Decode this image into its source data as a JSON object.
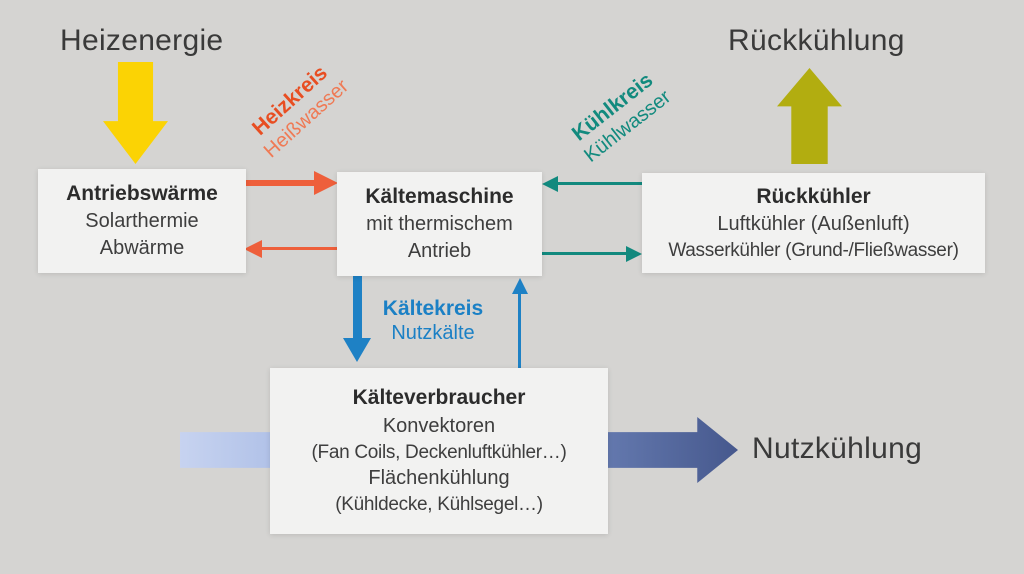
{
  "big_labels": {
    "heizenergie": "Heizenergie",
    "rueckkuehlung": "Rückkühlung",
    "nutzkuehlung": "Nutzkühlung"
  },
  "flows": {
    "heizkreis": {
      "name": "Heizkreis",
      "medium": "Heißwasser"
    },
    "kuehlkreis": {
      "name": "Kühlkreis",
      "medium": "Kühlwasser"
    },
    "kaeltekreis": {
      "name": "Kältekreis",
      "medium": "Nutzkälte"
    }
  },
  "boxes": {
    "antriebswaerme": {
      "title": "Antriebswärme",
      "lines": [
        "Solarthermie",
        "Abwärme"
      ]
    },
    "kaeltemaschine": {
      "title": "Kältemaschine",
      "lines": [
        "mit thermischem",
        "Antrieb"
      ]
    },
    "rueckkuehler": {
      "title": "Rückkühler",
      "lines": [
        "Luftkühler (Außenluft)",
        "Wasserkühler (Grund-/Fließwasser)"
      ]
    },
    "kaelteverbraucher": {
      "title": "Kälteverbraucher",
      "lines": [
        "Konvektoren",
        "(Fan Coils, Deckenluftkühler…)",
        "Flächenkühlung",
        "(Kühldecke, Kühlsegel…)"
      ]
    }
  },
  "colors": {
    "background": "#d5d4d2",
    "box_fill": "#f2f2f1",
    "heat_yellow": "#fbd304",
    "recool_olive": "#b2ad10",
    "heizkreis_orange": "#ee5f3b",
    "kuehlkreis_teal": "#12897e",
    "kaeltekreis_blue": "#1e81c5",
    "nutz_gradient_start": "#c7d3f0",
    "nutz_gradient_end": "#46588d",
    "text_dark": "#3a3a3a"
  }
}
